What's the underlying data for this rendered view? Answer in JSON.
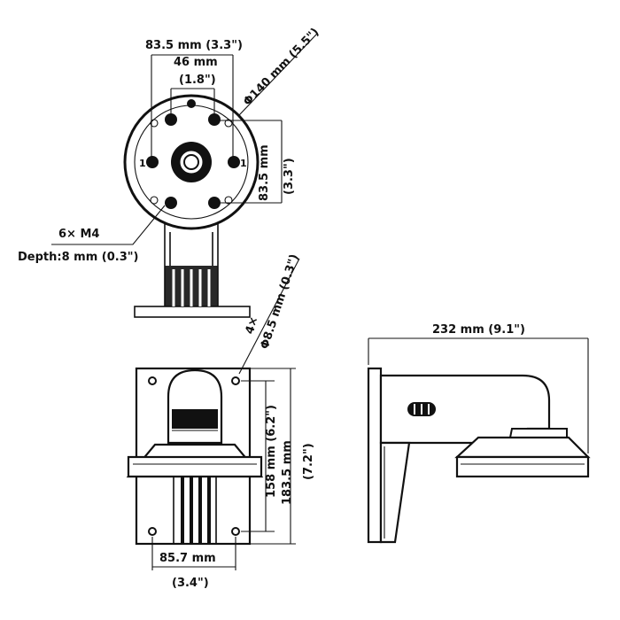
{
  "top_view": {
    "dim_width_outer": "83.5 mm (3.3\")",
    "dim_width_inner_mm": "46 mm",
    "dim_width_inner_in": "(1.8\")",
    "dim_diameter": "Φ140 mm (5.5\")",
    "dim_height_mm": "83.5 mm",
    "dim_height_in": "(3.3\")",
    "hole_mark_left": "1",
    "hole_mark_right": "1",
    "screw_spec": "6× M4",
    "screw_depth": "Depth:8 mm (0.3\")"
  },
  "front_view": {
    "holes_count": "4×",
    "holes_diameter": "Φ8.5 mm (0.3\")",
    "dim_hole_spacing_v": "158 mm (6.2\")",
    "dim_height_mm": "183.5 mm",
    "dim_height_in": "(7.2\")",
    "dim_hole_spacing_h_mm": "85.7 mm",
    "dim_hole_spacing_h_in": "(3.4\")"
  },
  "side_view": {
    "dim_length": "232 mm (9.1\")"
  }
}
